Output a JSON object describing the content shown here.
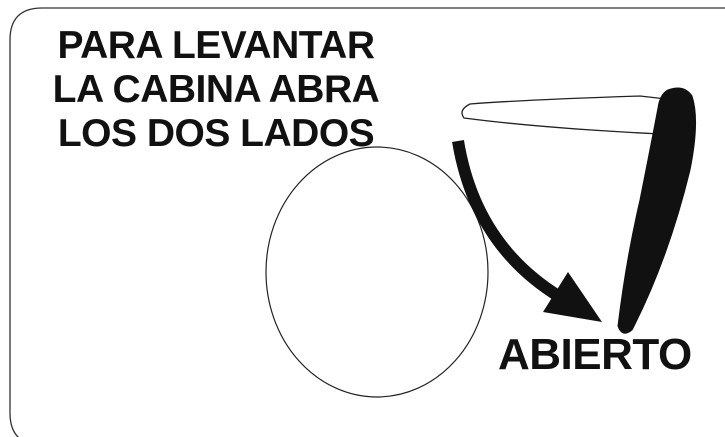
{
  "instruction": {
    "lines": [
      "PARA LEVANTAR",
      "LA CABINA ABRA",
      "LOS DOS LADOS"
    ]
  },
  "state_label": "ABIERTO",
  "colors": {
    "ink": "#111111",
    "background": "#ffffff"
  },
  "icons": [
    "hood-closed-outline-icon",
    "hood-open-solid-icon",
    "open-direction-arrow-icon",
    "wheel-circle-icon"
  ]
}
